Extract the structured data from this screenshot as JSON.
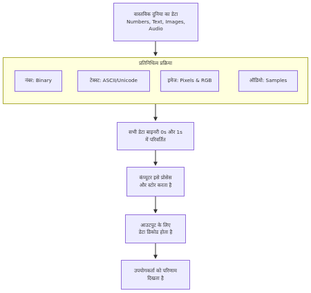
{
  "diagram": {
    "colors": {
      "node_fill": "#ECECFF",
      "node_border": "#9370DB",
      "cluster_fill": "#FFFFDE",
      "cluster_border": "#AAAA33",
      "edge": "#333333",
      "text": "#333333"
    },
    "nodes": {
      "real_world_data": "वास्तविक दुनिया का डेटा\nNumbers, Text, Images,\nAudio",
      "binary_conversion": "सभी डेटा बाइनरी 0s और 1s\nमें परिवर्तित",
      "processing": "कंप्यूटर इसे प्रोसेस\nऔर स्टोर करता है",
      "decoding": "आउटपुट के लिए\nडेटा डिकोड होता है",
      "result": "उपयोगकर्ता को परिणाम\nदिखता है"
    },
    "cluster": {
      "title": "प्रतिनिधित्व प्रक्रिया",
      "items": {
        "number": "नंबर: Binary",
        "text": "टेक्स्ट: ASCII/Unicode",
        "image": "इमेज: Pixels & RGB",
        "audio": "ऑडियो: Samples"
      }
    }
  }
}
